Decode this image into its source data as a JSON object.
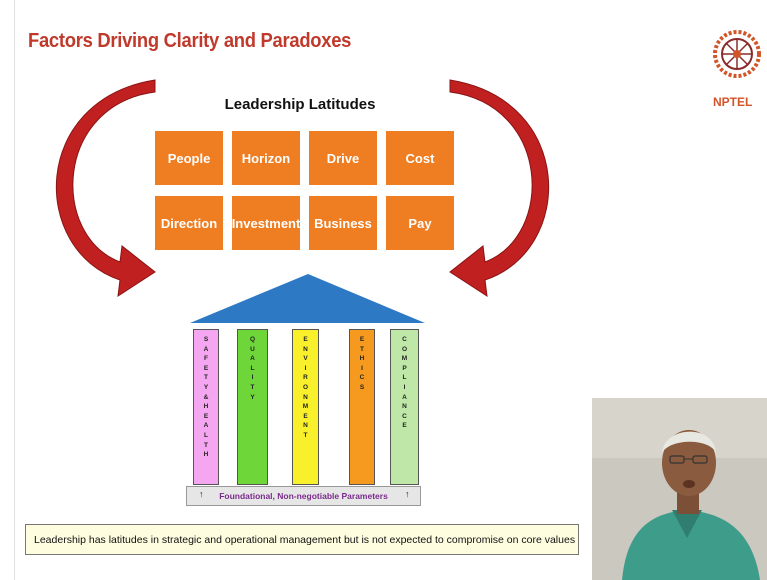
{
  "slide": {
    "title": "Factors Driving Clarity and Paradoxes",
    "logo_text": "NPTEL",
    "latitudes_title": "Leadership Latitudes",
    "latitudes": [
      "People",
      "Horizon",
      "Drive",
      "Cost",
      "Direction",
      "Investment",
      "Business",
      "Pay"
    ],
    "pillars": [
      {
        "letters": [
          "S",
          "A",
          "F",
          "E",
          "T",
          "Y",
          "&",
          "H",
          "E",
          "A",
          "L",
          "T",
          "H"
        ],
        "color": "#f4a6f0"
      },
      {
        "letters": [
          "Q",
          "U",
          "A",
          "L",
          "I",
          "T",
          "Y"
        ],
        "color": "#6fd63a"
      },
      {
        "letters": [
          "E",
          "N",
          "V",
          "I",
          "R",
          "O",
          "N",
          "M",
          "E",
          "N",
          "T"
        ],
        "color": "#f7f02a"
      },
      {
        "letters": [
          "E",
          "T",
          "H",
          "I",
          "C",
          "S"
        ],
        "color": "#f59a1e"
      },
      {
        "letters": [
          "C",
          "O",
          "M",
          "P",
          "L",
          "I",
          "A",
          "N",
          "C",
          "E"
        ],
        "color": "#bfe8a8"
      }
    ],
    "base_label": "Foundational, Non-negotiable Parameters",
    "base_tick_left": "↑",
    "base_tick_right": "↑",
    "footnote": "Leadership has latitudes in strategic and operational management but is not expected to compromise on core values"
  },
  "colors": {
    "title": "#c0392b",
    "box": "#ef7d22",
    "arrow": "#c0201f",
    "roof": "#2e79c4",
    "note_bg": "#fffde0"
  }
}
